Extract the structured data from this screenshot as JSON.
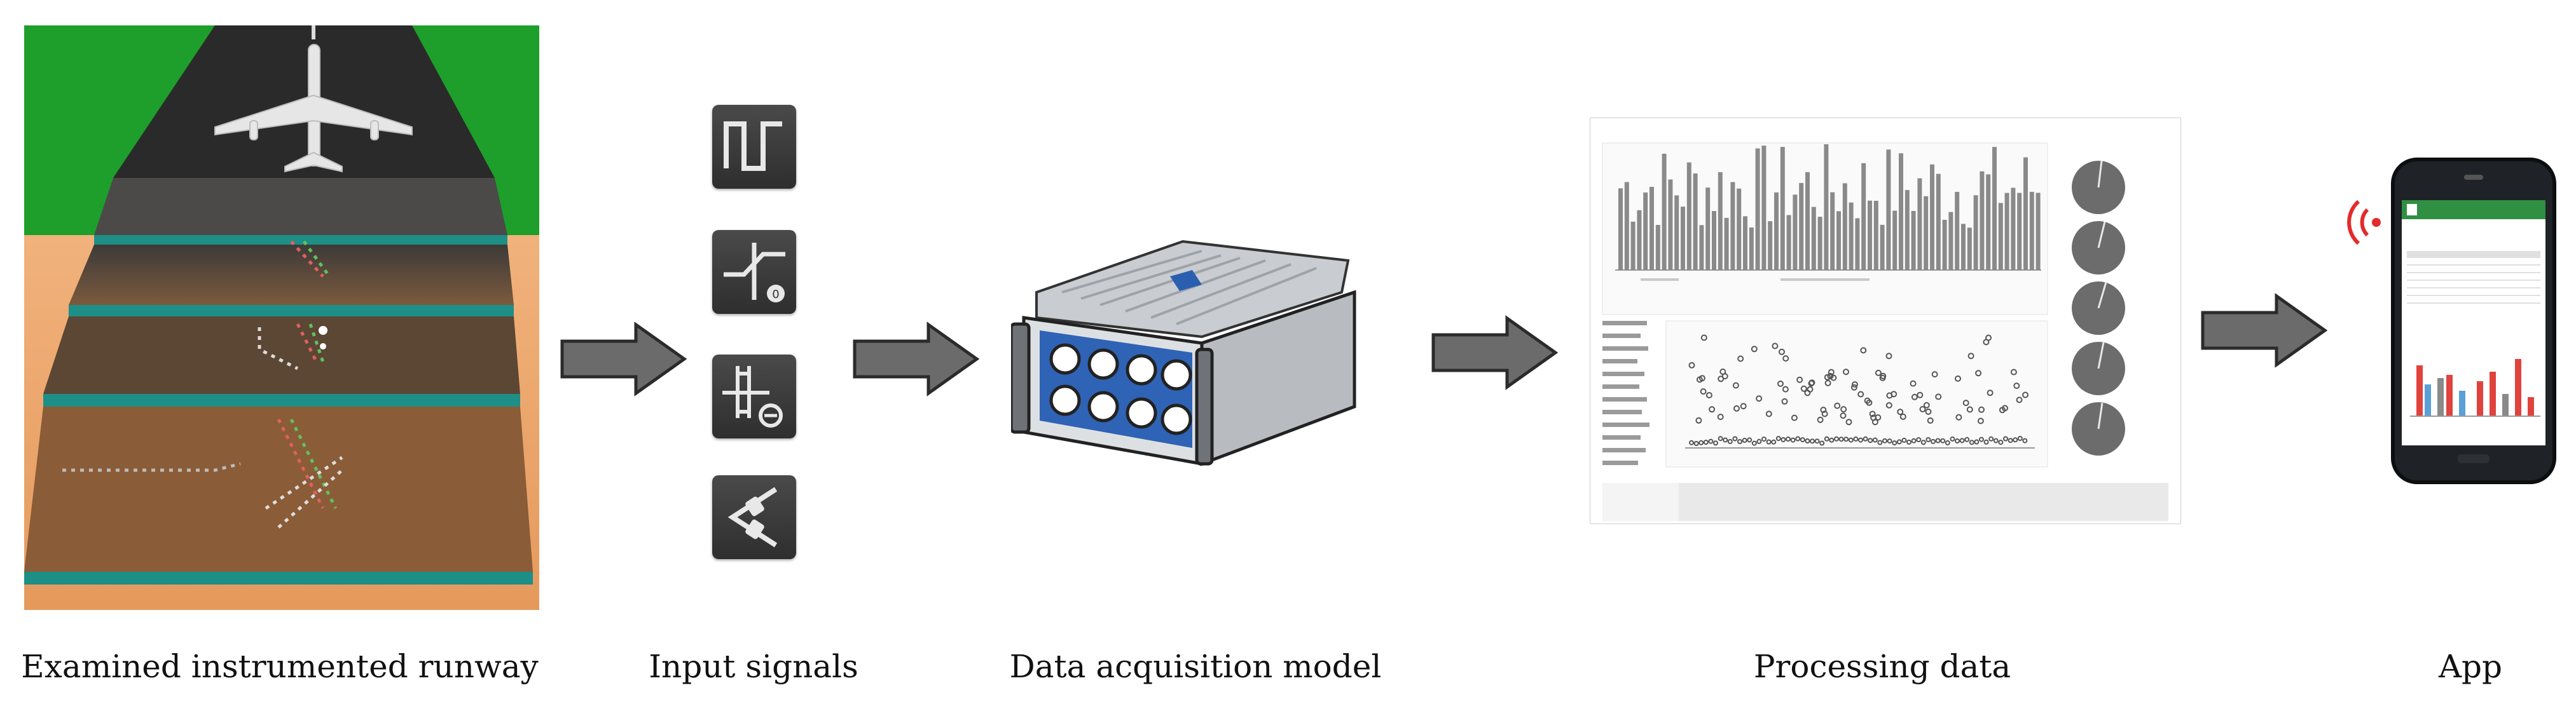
{
  "captions": {
    "runway": "Examined instrumented runway",
    "signals": "Input signals",
    "daq": "Data acquisition model",
    "processing": "Processing data",
    "app": "App"
  },
  "icons": {
    "signal_1": "square-wave-icon",
    "signal_2": "step-signal-icon",
    "signal_3": "strain-gauge-icon",
    "signal_4": "thermocouple-icon"
  },
  "colors": {
    "grass": "#1e9e2a",
    "runway": "#2a2a2a",
    "soil": "#e7a670",
    "layer_edge": "#1d8f86",
    "arrow_fill": "#6b6b6b",
    "bars": "#8a8a8a",
    "phone_bar_red": "#e0433d",
    "phone_header": "#2f8f43",
    "signal_red": "#e32b2b"
  }
}
